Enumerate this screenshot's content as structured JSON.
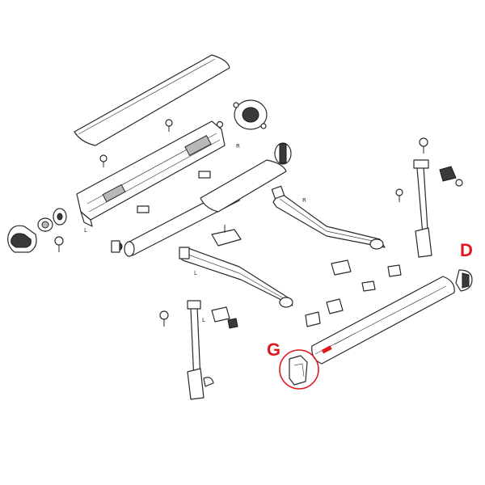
{
  "diagram": {
    "side_marks": {
      "cassette_left": "L",
      "cassette_right": "R",
      "arm_right": "R",
      "arm_left": "L",
      "leg_left": "L"
    },
    "callouts": [
      {
        "id": "D",
        "label": "D"
      },
      {
        "id": "G",
        "label": "G"
      }
    ],
    "colors": {
      "callout": "#e0191f",
      "line": "#2a2a2a",
      "highlight_ring": "#e0191f"
    }
  }
}
